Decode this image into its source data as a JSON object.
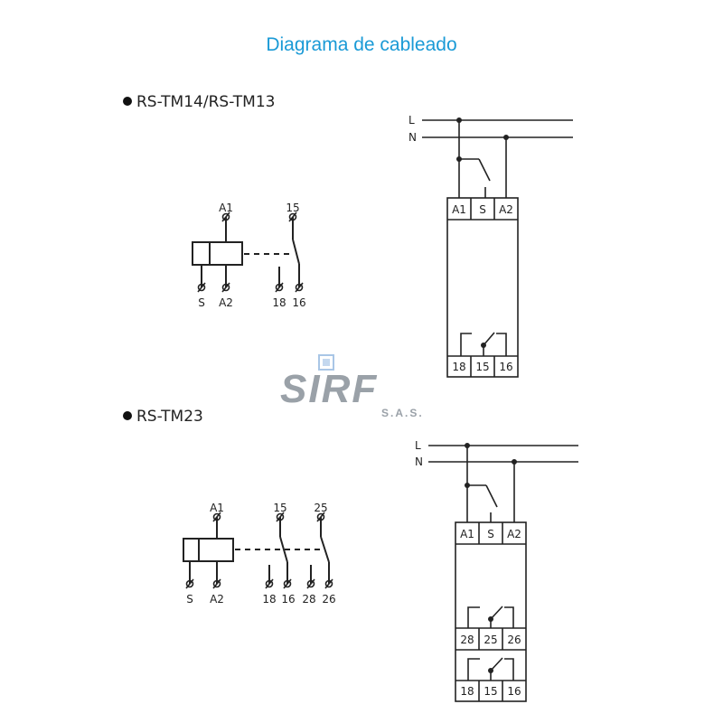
{
  "title": "Diagrama de cableado",
  "sections": [
    {
      "label": "RS-TM14/RS-TM13",
      "symbol": {
        "coil_top": "A1",
        "coil_bottom": [
          "S",
          "A2"
        ],
        "contact_top": "15",
        "contact_bottom": [
          "18",
          "16"
        ]
      },
      "wiring": {
        "lines": [
          "L",
          "N"
        ],
        "top_terminals": [
          "A1",
          "S",
          "A2"
        ],
        "bottom_terminals": [
          "18",
          "15",
          "16"
        ]
      }
    },
    {
      "label": "RS-TM23",
      "symbol": {
        "coil_top": "A1",
        "coil_bottom": [
          "S",
          "A2"
        ],
        "contact_tops": [
          "15",
          "25"
        ],
        "contact_bottom": [
          "18",
          "16",
          "28",
          "26"
        ]
      },
      "wiring": {
        "lines": [
          "L",
          "N"
        ],
        "top_terminals": [
          "A1",
          "S",
          "A2"
        ],
        "mid_terminals": [
          "28",
          "25",
          "26"
        ],
        "bottom_terminals": [
          "18",
          "15",
          "16"
        ]
      }
    }
  ],
  "logo": {
    "name": "SIRF",
    "suffix": "S.A.S."
  }
}
